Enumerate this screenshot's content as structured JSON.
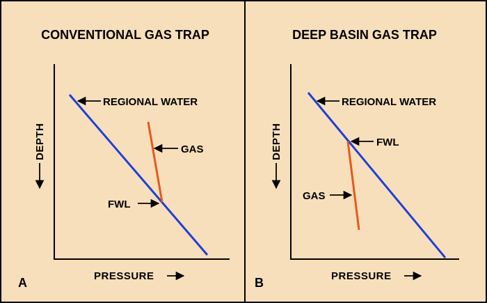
{
  "colors": {
    "background": "#f7dfbc",
    "regional_water_line": "#1f3fd6",
    "gas_line": "#e8581a",
    "frame": "#000000"
  },
  "panels": [
    {
      "letter": "A",
      "title": "CONVENTIONAL GAS TRAP",
      "y_axis_label": "DEPTH",
      "x_axis_label": "PRESSURE",
      "labels": {
        "regional_water": "REGIONAL WATER",
        "gas": "GAS",
        "fwl": "FWL"
      }
    },
    {
      "letter": "B",
      "title": "DEEP BASIN GAS TRAP",
      "y_axis_label": "DEPTH",
      "x_axis_label": "PRESSURE",
      "labels": {
        "regional_water": "REGIONAL WATER",
        "gas": "GAS",
        "fwl": "FWL"
      }
    }
  ]
}
